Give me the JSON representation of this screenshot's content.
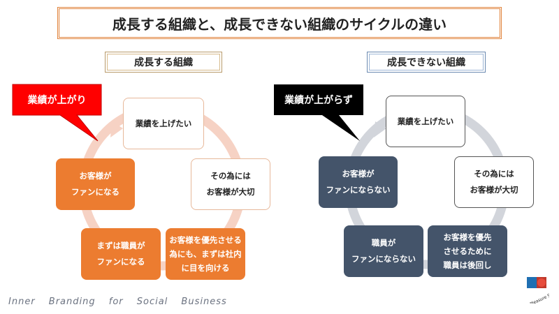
{
  "title": "成長する組織と、成長できない組織のサイクルの違い",
  "left": {
    "heading": "成長する組織",
    "callout": "業績が上がり",
    "nodes": {
      "top": "業績を上げたい",
      "right": "その為には\nお客様が大切",
      "bottom_right": "お客様を優先させる為にも、まずは社内に目を向ける",
      "bottom_left": "まずは職員が\nファンになる",
      "left": "お客様が\nファンになる"
    }
  },
  "right": {
    "heading": "成長できない組織",
    "callout": "業績が上がらず",
    "nodes": {
      "top": "業績を上げたい",
      "right": "その為には\nお客様が大切",
      "bottom_right": "お客様を優先\nさせるために\n職員は後回し",
      "bottom_left": "職員が\nファンにならない",
      "left": "お客様が\nファンにならない"
    }
  },
  "footer": "Inner Branding for Social Business",
  "logo_text": "Pleasure Support",
  "colors": {
    "orange": "#ec7c30",
    "navy": "#44546a",
    "red_callout": "#ff0000",
    "black_callout": "#000000",
    "left_ring": "#f6d2c4",
    "right_ring": "#d2d5db"
  }
}
